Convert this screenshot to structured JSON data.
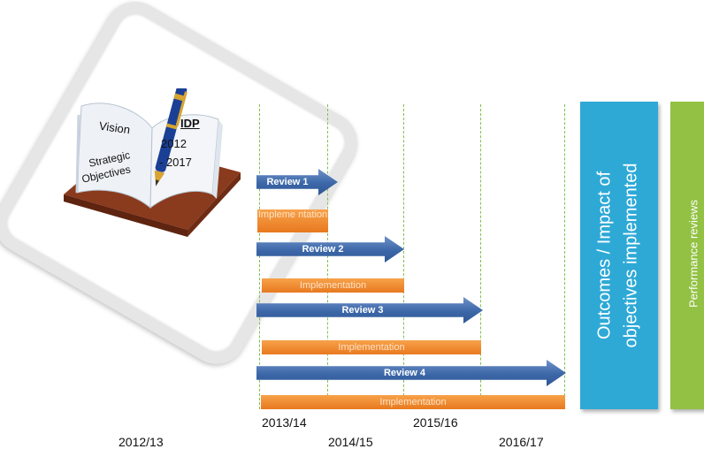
{
  "book": {
    "title": "IDP",
    "vision": "Vision",
    "years_top": "2012",
    "years_bottom": "- 2017",
    "strategic": "Strategic",
    "objectives": "Objectives"
  },
  "reviews": [
    "Review 1",
    "Review 2",
    "Review 3",
    "Review 4"
  ],
  "implementations": [
    "Impleme ntation",
    "Implementation",
    "Implementation",
    "Implementation"
  ],
  "outcomes": {
    "line1": "Outcomes / Impact of",
    "line2": "objectives implemented"
  },
  "performance": "Performance reviews",
  "years": {
    "y2012": "2012/13",
    "y2013": "2013/14",
    "y2014": "2014/15",
    "y2015": "2015/16",
    "y2016": "2016/17"
  },
  "colors": {
    "review_blue": "#3c67a8",
    "implementation_orange": "#ef8a2c",
    "outcomes_blue": "#2ea9d6",
    "performance_green": "#92c143",
    "gridline_green": "#7ec24a"
  }
}
